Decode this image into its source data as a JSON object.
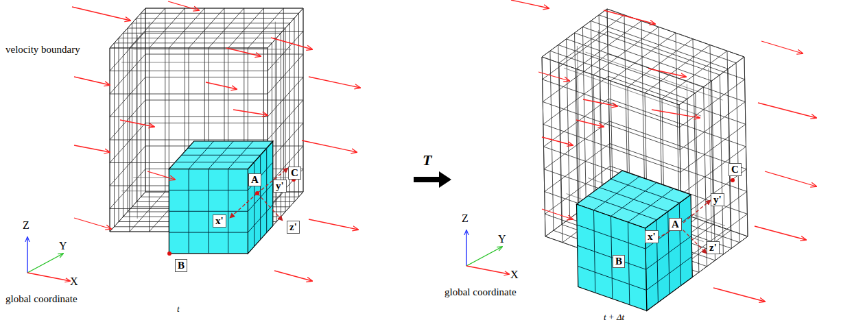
{
  "diagram": {
    "labels": [
      "velocity boundary",
      "A",
      "y'",
      "C",
      "x'",
      "z'",
      "B",
      "Z",
      "Y",
      "X",
      "global coordinate",
      "t",
      "T",
      "A",
      "y'",
      "C",
      "x'",
      "z'",
      "B",
      "Z",
      "Y",
      "X",
      "global coordinate",
      "t + Δt"
    ]
  }
}
